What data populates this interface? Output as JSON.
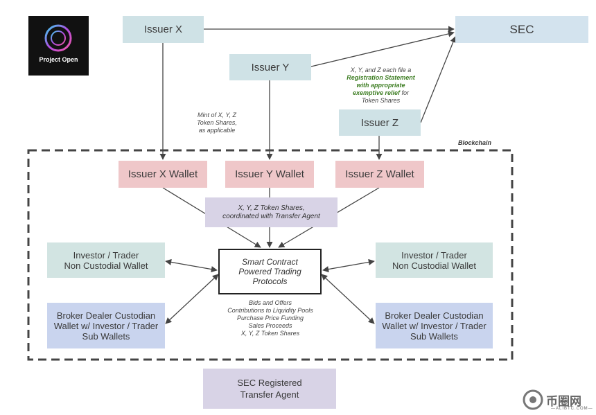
{
  "logo": {
    "text": "Project Open"
  },
  "issuers": {
    "x": "Issuer X",
    "y": "Issuer Y",
    "z": "Issuer Z"
  },
  "sec": "SEC",
  "registration_note": {
    "line1": "X, Y, and Z each file a",
    "line2": "Registration Statement",
    "line3": "with appropriate",
    "line4": "exemptive relief",
    "line4_suffix": " for",
    "line5": "Token Shares"
  },
  "mint_note": [
    "Mint of X, Y, Z",
    "Token Shares,",
    "as applicable"
  ],
  "blockchain_label": "Blockchain",
  "wallets": {
    "x": "Issuer X Wallet",
    "y": "Issuer Y Wallet",
    "z": "Issuer Z Wallet"
  },
  "token_shares_box": [
    "X, Y, Z Token Shares,",
    "coordinated with Transfer Agent"
  ],
  "smart_contract": [
    "Smart Contract",
    "Powered Trading",
    "Protocols"
  ],
  "left_investor": [
    "Investor / Trader",
    "Non Custodial Wallet"
  ],
  "right_investor": [
    "Investor / Trader",
    "Non Custodial Wallet"
  ],
  "left_broker": [
    "Broker Dealer Custodian",
    "Wallet w/ Investor / Trader",
    "Sub Wallets"
  ],
  "right_broker": [
    "Broker Dealer Custodian",
    "Wallet w/ Investor / Trader",
    "Sub Wallets"
  ],
  "flows": [
    "Bids and Offers",
    "Contributions to Liquidity Pools",
    "Purchase Price Funding",
    "Sales Proceeds",
    "X, Y, Z Token Shares"
  ],
  "transfer_agent": [
    "SEC Registered",
    "Transfer Agent"
  ],
  "watermark": {
    "text": "币圈网",
    "sub": "—ALIBTC.COM—"
  },
  "colors": {
    "issuer": "#cfe2e6",
    "sec": "#d3e3ee",
    "wallet": "#efc7c9",
    "token_box": "#d8d3e6",
    "investor": "#d2e4e2",
    "broker": "#c9d4ee",
    "highlight_green": "#3d7d22"
  }
}
